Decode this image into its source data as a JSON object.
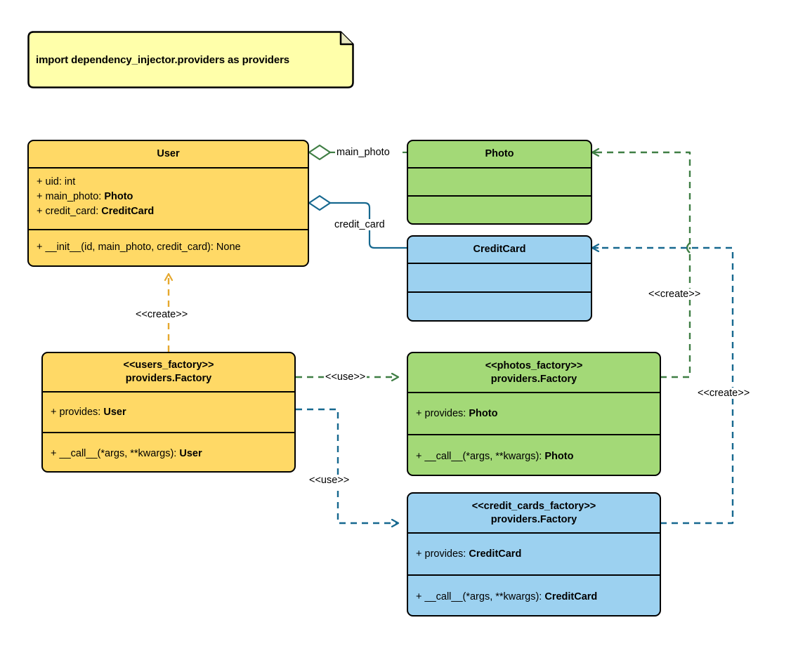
{
  "note": {
    "text": "import dependency_injector.providers as providers"
  },
  "colors": {
    "yellow": "#FFD966",
    "green": "#A3D977",
    "blue": "#9CD1F0",
    "green_line": "#3F7E44",
    "blue_line": "#16688F",
    "yellow_line": "#E5A82E",
    "border": "#000000",
    "background": "#FFFFFF"
  },
  "classes": {
    "user": {
      "title": "User",
      "attributes": [
        {
          "visibility": "+ ",
          "name": "uid: ",
          "type": "int",
          "type_bold": false
        },
        {
          "visibility": "+ ",
          "name": "main_photo: ",
          "type": "Photo",
          "type_bold": true
        },
        {
          "visibility": "+ ",
          "name": "credit_card: ",
          "type": "CreditCard",
          "type_bold": true
        }
      ],
      "methods": [
        {
          "visibility": "+ ",
          "name": "__init__(id, main_photo, credit_card): ",
          "type": "None",
          "type_bold": false
        }
      ]
    },
    "photo": {
      "title": "Photo",
      "attributes": [],
      "methods": []
    },
    "credit_card": {
      "title": "CreditCard",
      "attributes": [],
      "methods": []
    },
    "users_factory": {
      "title_stereotype": "<<users_factory>>",
      "title_name": "providers.Factory",
      "attributes": [
        {
          "visibility": "+ ",
          "name": "provides: ",
          "type": "User",
          "type_bold": true
        }
      ],
      "methods": [
        {
          "visibility": "+ ",
          "name": "__call__(*args, **kwargs): ",
          "type": "User",
          "type_bold": true
        }
      ]
    },
    "photos_factory": {
      "title_stereotype": "<<photos_factory>>",
      "title_name": "providers.Factory",
      "attributes": [
        {
          "visibility": "+ ",
          "name": "provides: ",
          "type": "Photo",
          "type_bold": true
        }
      ],
      "methods": [
        {
          "visibility": "+ ",
          "name": "__call__(*args, **kwargs): ",
          "type": "Photo",
          "type_bold": true
        }
      ]
    },
    "credit_cards_factory": {
      "title_stereotype": "<<credit_cards_factory>>",
      "title_name": "providers.Factory",
      "attributes": [
        {
          "visibility": "+ ",
          "name": "provides: ",
          "type": "CreditCard",
          "type_bold": true
        }
      ],
      "methods": [
        {
          "visibility": "+ ",
          "name": "__call__(*args, **kwargs): ",
          "type": "CreditCard",
          "type_bold": true
        }
      ]
    }
  },
  "edges": {
    "user_main_photo": {
      "label": "main_photo",
      "kind": "aggregation",
      "color": "#3F7E44"
    },
    "user_credit_card": {
      "label": "credit_card",
      "kind": "aggregation",
      "color": "#16688F"
    },
    "users_factory_create_user": {
      "label": "<<create>>",
      "kind": "dependency",
      "color": "#E5A82E"
    },
    "users_factory_use_photos": {
      "label": "<<use>>",
      "kind": "dependency",
      "color": "#3F7E44"
    },
    "users_factory_use_credit_cards": {
      "label": "<<use>>",
      "kind": "dependency",
      "color": "#16688F"
    },
    "photos_factory_create_photo": {
      "label": "<<create>>",
      "kind": "dependency",
      "color": "#3F7E44"
    },
    "credit_cards_factory_create_credit_card": {
      "label": "<<create>>",
      "kind": "dependency",
      "color": "#16688F"
    }
  }
}
